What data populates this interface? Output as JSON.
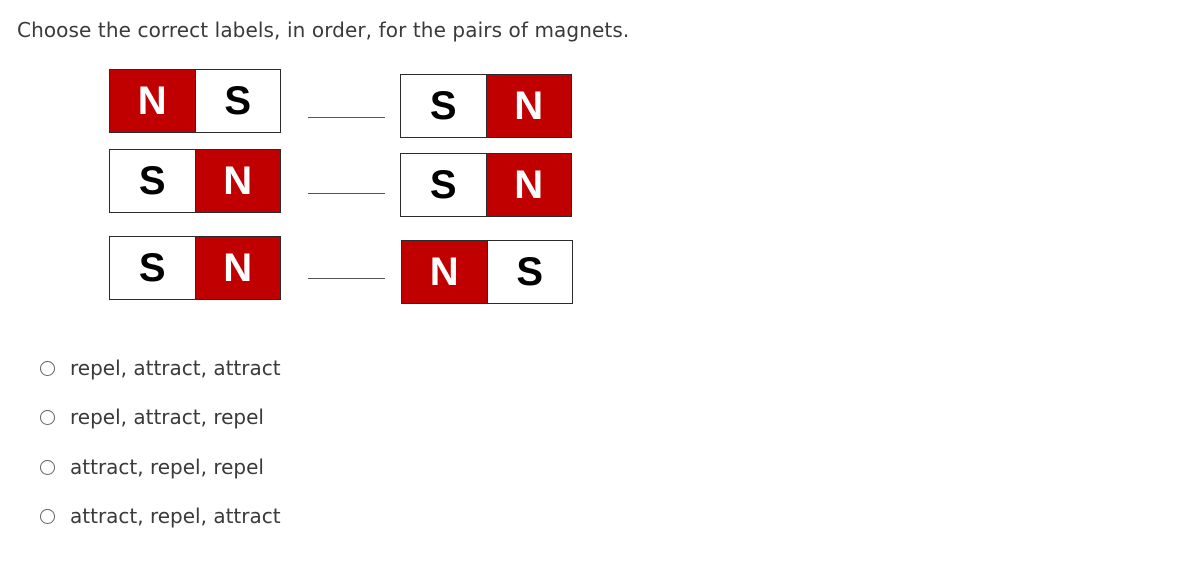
{
  "question": "Choose the correct labels, in order, for the pairs of magnets.",
  "colors": {
    "north": "#c00000",
    "south": "#ffffff"
  },
  "pairs": [
    {
      "left": [
        "N",
        "S"
      ],
      "right": [
        "S",
        "N"
      ]
    },
    {
      "left": [
        "S",
        "N"
      ],
      "right": [
        "S",
        "N"
      ]
    },
    {
      "left": [
        "S",
        "N"
      ],
      "right": [
        "N",
        "S"
      ]
    }
  ],
  "choices": [
    "repel, attract, attract",
    "repel, attract, repel",
    "attract, repel, repel",
    "attract, repel, attract"
  ]
}
